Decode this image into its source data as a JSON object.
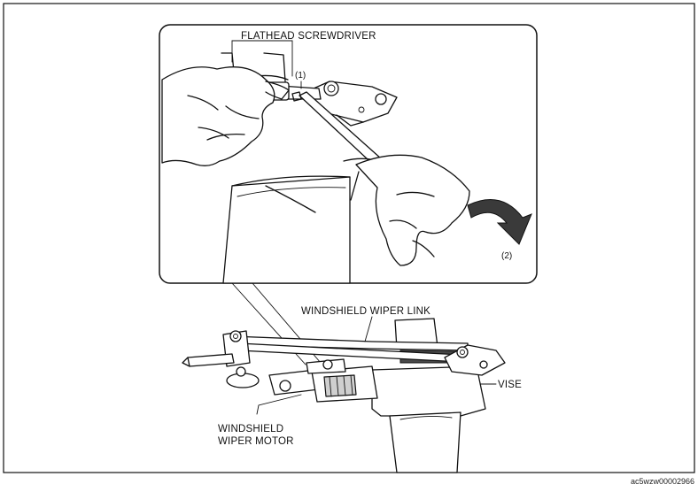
{
  "labels": {
    "flathead_screwdriver": "FLATHEAD SCREWDRIVER",
    "step1": "(1)",
    "step2": "(2)",
    "windshield_wiper_link": "WINDSHIELD WIPER LINK",
    "vise": "VISE",
    "motor_line1": "WINDSHIELD",
    "motor_line2": "WIPER MOTOR",
    "figure_id": "ac5wzw00002966"
  },
  "colors": {
    "line": "#111111",
    "background": "#ffffff",
    "arrow_fill": "#3a3a3a"
  }
}
